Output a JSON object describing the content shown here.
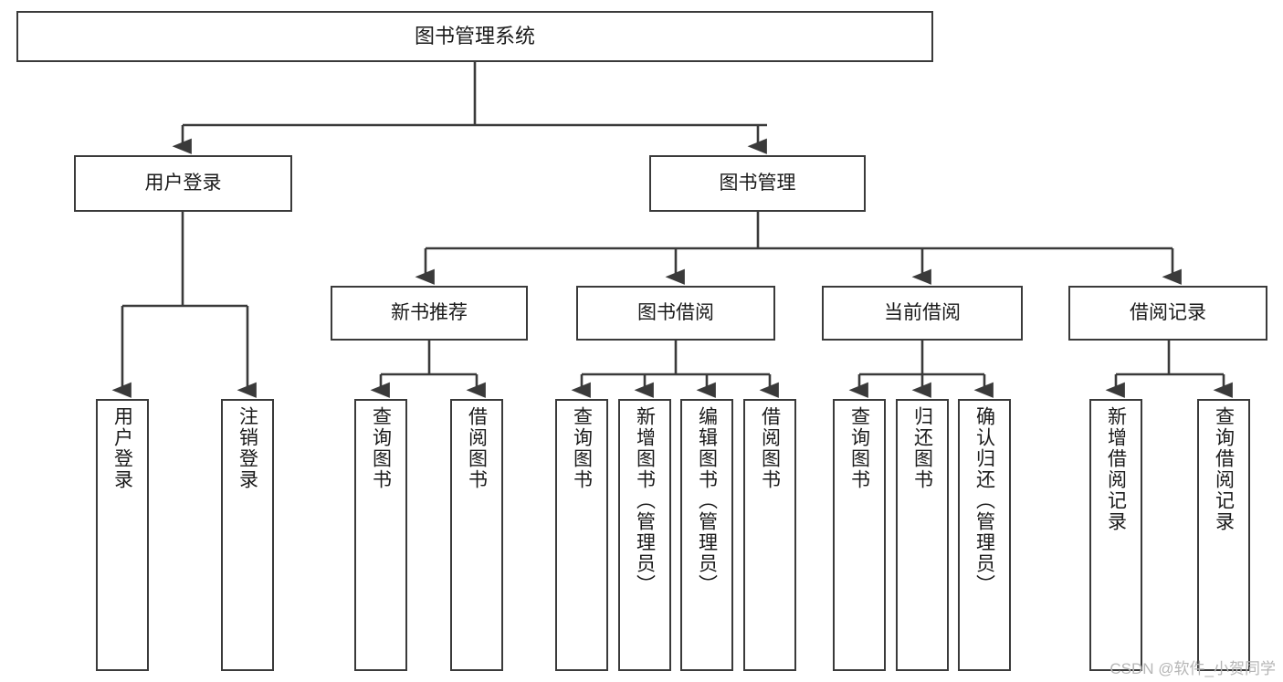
{
  "diagram": {
    "type": "tree-hierarchy",
    "title": "图书管理系统",
    "watermark": "CSDN @软件_小贺同学",
    "colors": {
      "box_border": "#3a3a3a",
      "box_fill": "#ffffff",
      "connector": "#3a3a3a",
      "text": "#1a1a1a",
      "watermark": "#b6b6b6",
      "background": "#ffffff"
    },
    "nodes": {
      "root": {
        "label": "图书管理系统"
      },
      "level2": [
        {
          "label": "用户登录"
        },
        {
          "label": "图书管理"
        }
      ],
      "level3": [
        {
          "label": "新书推荐"
        },
        {
          "label": "图书借阅"
        },
        {
          "label": "当前借阅"
        },
        {
          "label": "借阅记录"
        }
      ],
      "leaves": {
        "user_login": [
          {
            "label": "用户登录"
          },
          {
            "label": "注销登录"
          }
        ],
        "new_book_recommend": [
          {
            "label": "查询图书"
          },
          {
            "label": "借阅图书"
          }
        ],
        "book_borrow": [
          {
            "label": "查询图书"
          },
          {
            "label": "新增图书（管理员）"
          },
          {
            "label": "编辑图书（管理员）"
          },
          {
            "label": "借阅图书"
          }
        ],
        "current_borrow": [
          {
            "label": "查询图书"
          },
          {
            "label": "归还图书"
          },
          {
            "label": "确认归还（管理员）"
          }
        ],
        "borrow_record": [
          {
            "label": "新增借阅记录"
          },
          {
            "label": "查询借阅记录"
          }
        ]
      }
    }
  }
}
